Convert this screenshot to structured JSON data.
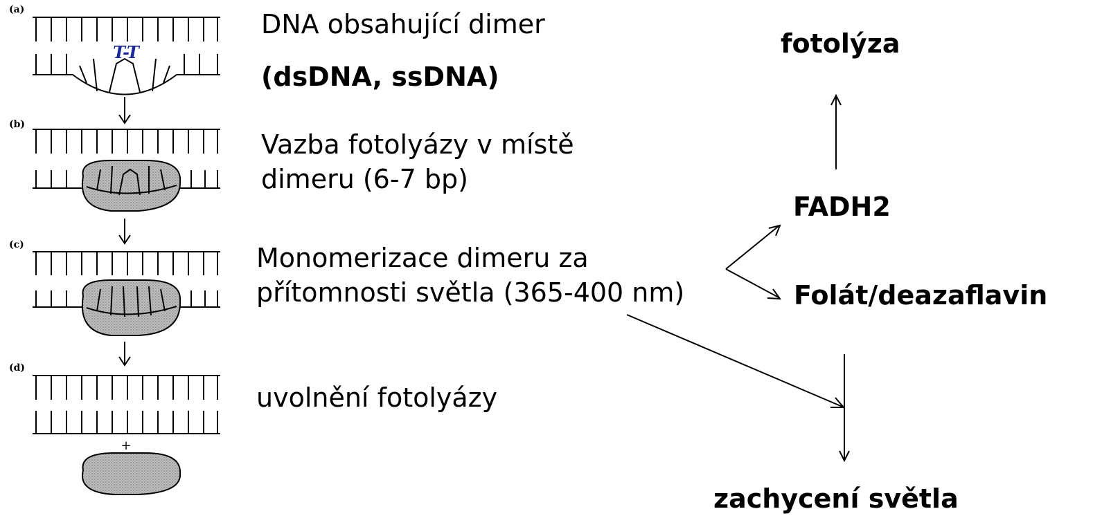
{
  "figure": {
    "panels": [
      {
        "label": "(a)",
        "dimer_label": "T-T"
      },
      {
        "label": "(b)"
      },
      {
        "label": "(c)"
      },
      {
        "label": "(d)",
        "plus": "+"
      }
    ]
  },
  "steps": {
    "a_line1": "DNA obsahující dimer",
    "a_line2": "(dsDNA, ssDNA)",
    "b_line1": "Vazba fotolyázy v místě",
    "b_line2": "dimeru (6-7 bp)",
    "c_line1": "Monomerizace dimeru za",
    "c_line2": "přítomnosti světla (365-400 nm)",
    "d_line1": "uvolnění fotolyázy"
  },
  "scheme": {
    "fotolyza": "fotolýza",
    "fadh2": "FADH2",
    "folat": "Folát/deazaflavin",
    "zachyceni": "zachycení světla"
  },
  "colors": {
    "ink": "#000000",
    "dimer": "#1a2a9a",
    "enzyme_fill": "#b8b8b8"
  }
}
